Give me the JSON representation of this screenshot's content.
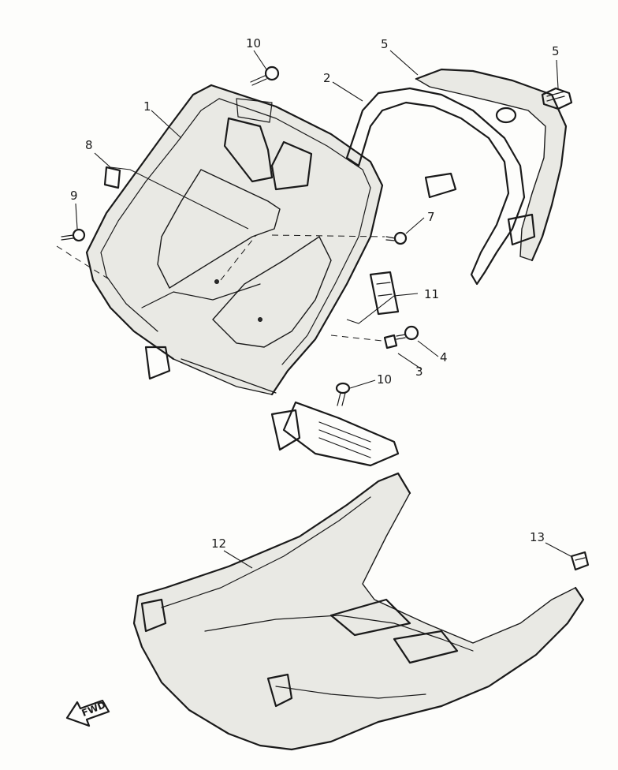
{
  "diagram": {
    "fwd_label": "FWD",
    "callouts": [
      {
        "id": "c1",
        "text": "1"
      },
      {
        "id": "c2",
        "text": "2"
      },
      {
        "id": "c3",
        "text": "3"
      },
      {
        "id": "c4",
        "text": "4"
      },
      {
        "id": "c5a",
        "text": "5"
      },
      {
        "id": "c5b",
        "text": "5"
      },
      {
        "id": "c7",
        "text": "7"
      },
      {
        "id": "c8",
        "text": "8"
      },
      {
        "id": "c9",
        "text": "9"
      },
      {
        "id": "c10a",
        "text": "10"
      },
      {
        "id": "c10b",
        "text": "10"
      },
      {
        "id": "c11",
        "text": "11"
      },
      {
        "id": "c12",
        "text": "12"
      },
      {
        "id": "c13",
        "text": "13"
      }
    ]
  }
}
